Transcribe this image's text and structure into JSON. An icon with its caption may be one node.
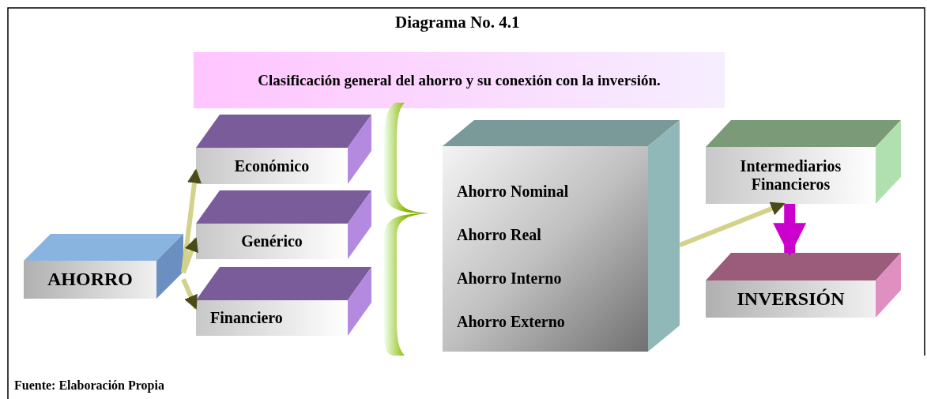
{
  "diagram": {
    "title": "Diagrama No. 4.1",
    "caption": "Fuente: Elaboración Propia",
    "nodes": [
      {
        "text": [
          "Clasificación general del ahorro y su conexión con la inversión."
        ]
      },
      {
        "text": [
          "AHORRO"
        ]
      },
      {
        "text": [
          "Económico"
        ]
      },
      {
        "text": [
          "Genérico"
        ]
      },
      {
        "text": [
          "Financiero"
        ]
      },
      {
        "text": [],
        "shape": "brace"
      },
      {
        "text": [
          "Ahorro Nominal",
          "Ahorro Real",
          "Ahorro Interno",
          "Ahorro Externo"
        ]
      },
      {
        "text": [
          "Intermediarios Financieros"
        ]
      },
      {
        "text": [
          "INVERSIÓN"
        ]
      }
    ],
    "edges": [
      {
        "from": 1,
        "to": 2,
        "arrow": "to"
      },
      {
        "from": 1,
        "to": 3,
        "arrow": "to"
      },
      {
        "from": 1,
        "to": 4,
        "arrow": "to"
      },
      {
        "from": 6,
        "to": 7,
        "arrow": "to"
      },
      {
        "from": 7,
        "to": 8,
        "arrow": "to",
        "style": "thick",
        "color": "#cc00cc"
      }
    ]
  }
}
